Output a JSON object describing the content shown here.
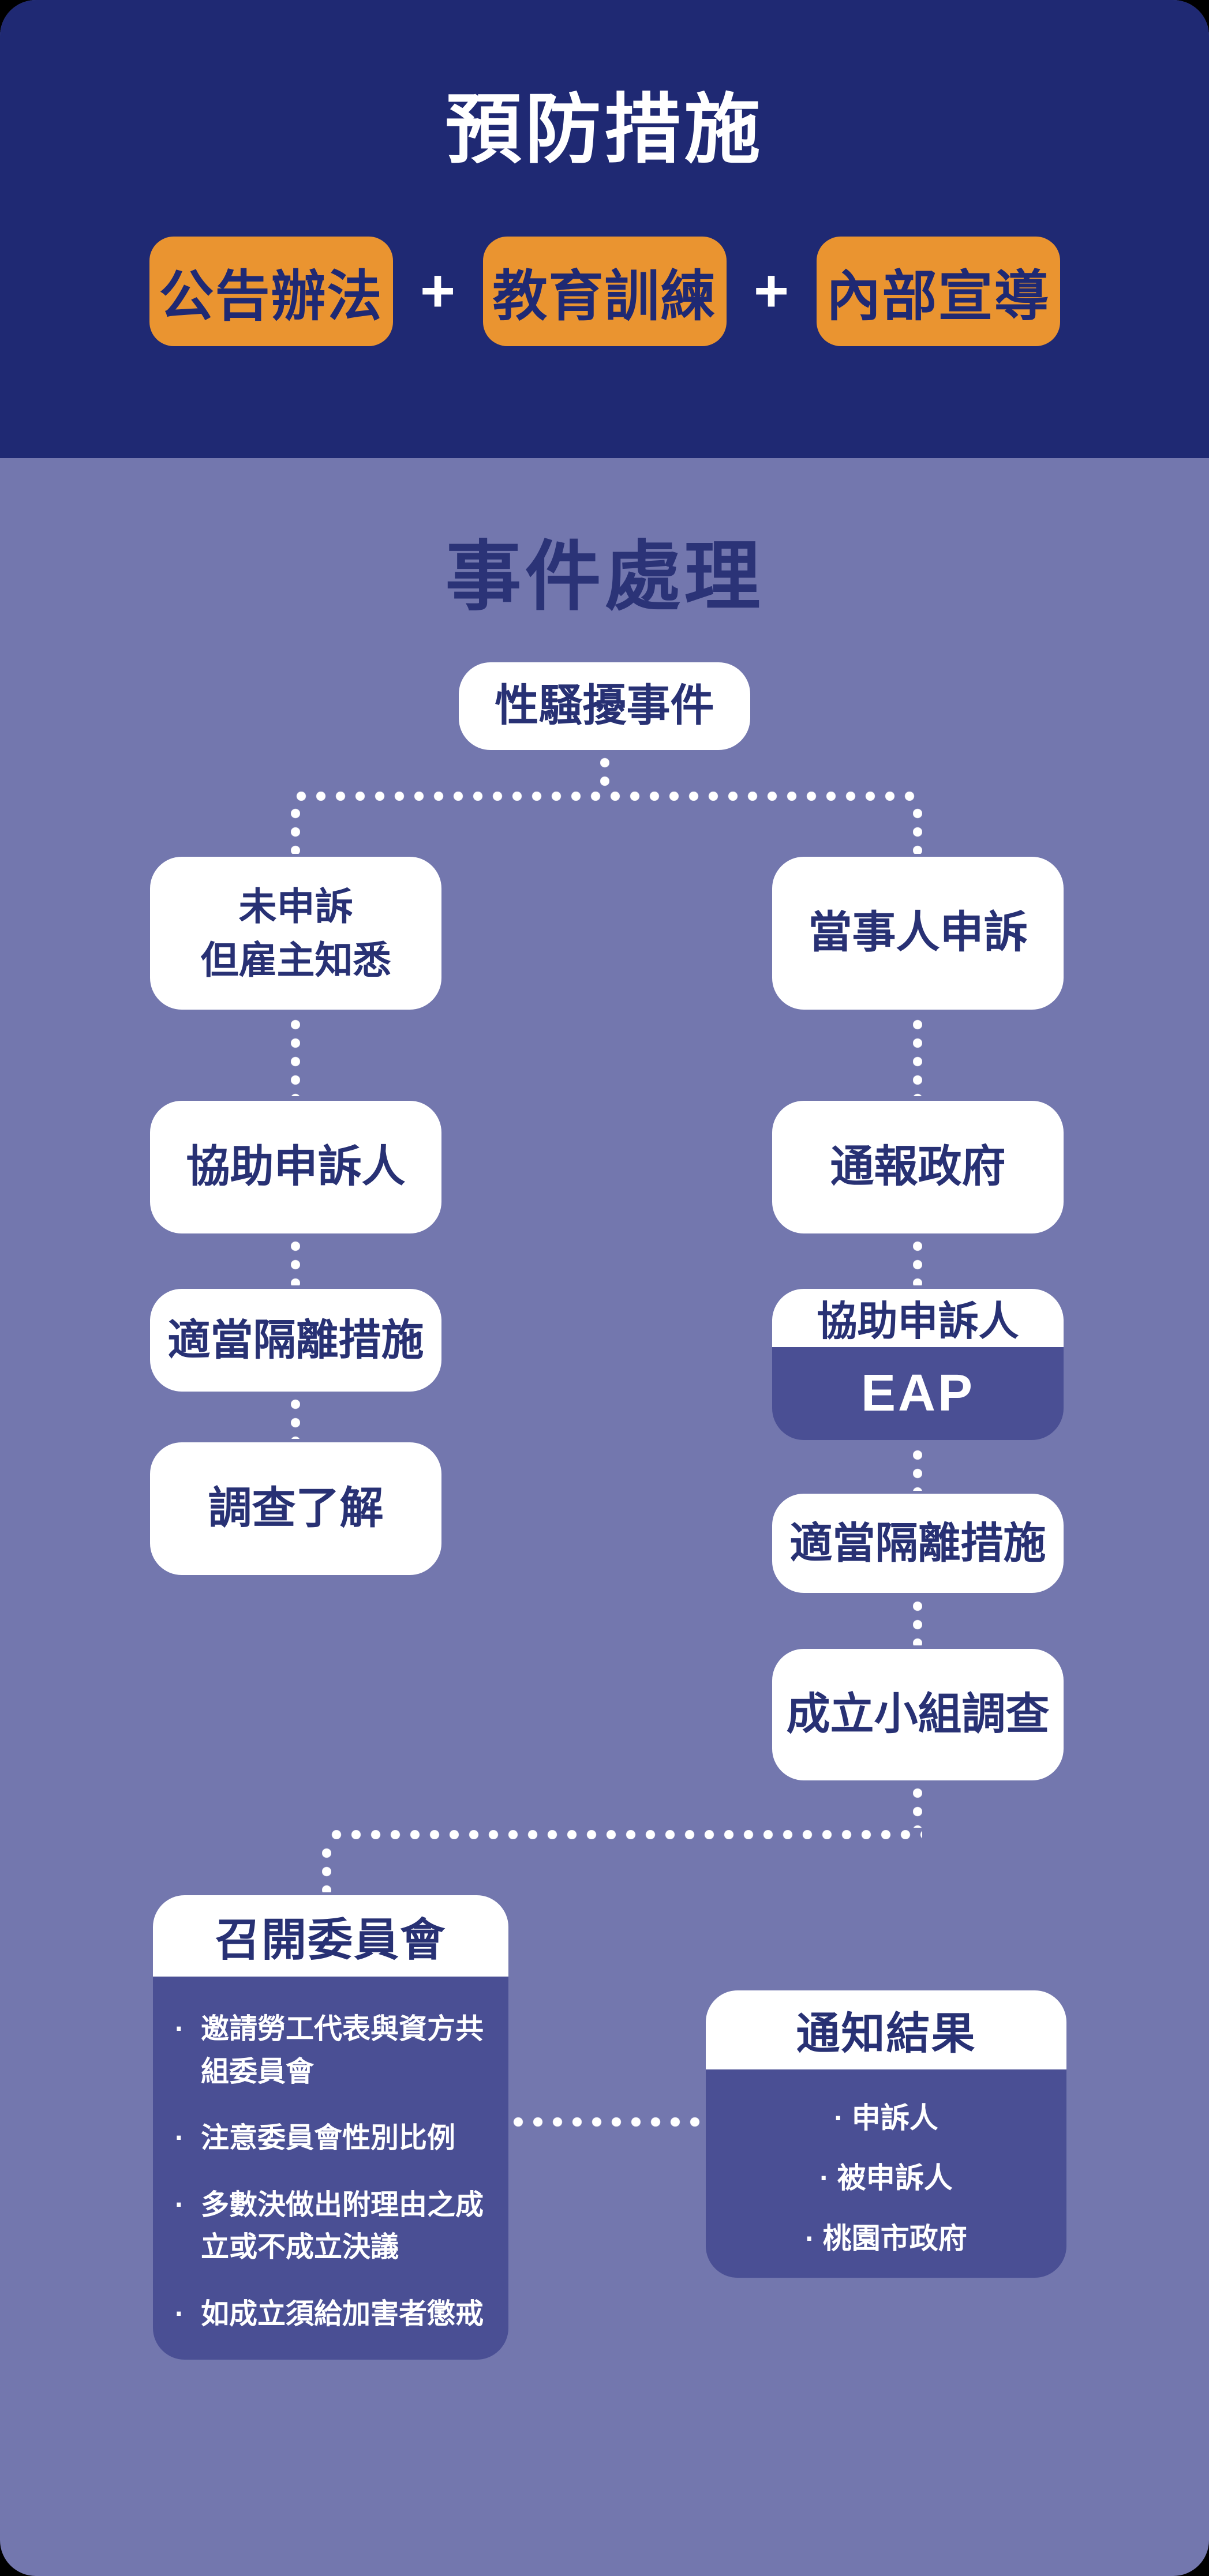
{
  "colors": {
    "page_bg": "#000000",
    "navy": "#1f2973",
    "light_purple": "#7377ae",
    "mid_purple": "#4a4f94",
    "orange": "#ea9430",
    "white": "#ffffff",
    "navy_text": "#283174"
  },
  "prevention": {
    "title": "預防措施",
    "buttons": [
      {
        "label": "公告辦法"
      },
      {
        "label": "教育訓練"
      },
      {
        "label": "內部宣導"
      }
    ],
    "plus": "+"
  },
  "handling": {
    "title": "事件處理",
    "start": "性騷擾事件",
    "left_branch": [
      "未申訴\n但雇主知悉",
      "協助申訴人",
      "適當隔離措施",
      "調查了解"
    ],
    "right_branch": [
      "當事人申訴",
      "通報政府",
      "協助申訴人",
      "EAP",
      "適當隔離措施",
      "成立小組調查"
    ],
    "committee": {
      "title": "召開委員會",
      "bullets": [
        "邀請勞工代表與資方共組委員會",
        "注意委員會性別比例",
        "多數決做出附理由之成立或不成立決議",
        "如成立須給加害者懲戒"
      ]
    },
    "notify": {
      "title": "通知結果",
      "bullets": [
        "申訴人",
        "被申訴人",
        "桃園市政府"
      ]
    }
  }
}
